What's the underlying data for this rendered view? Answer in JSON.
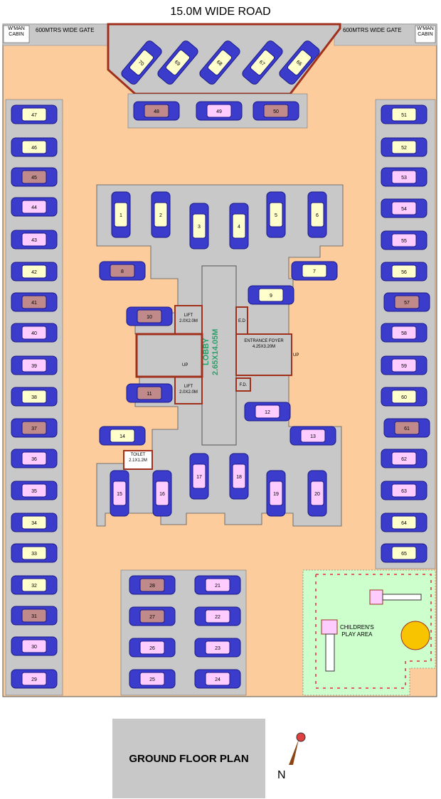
{
  "road_label": "15.0M WIDE ROAD",
  "gate_left": "600MTRS WIDE GATE",
  "gate_right": "600MTRS WIDE GATE",
  "cabin_left": "W'MAN\nCABIN",
  "cabin_right": "W'MAN\nCABIN",
  "lift_top": "LIFT\n2.0X2.0M",
  "lift_bottom": "LIFT\n2.0X2.0M",
  "lobby": "LOBBY\n2.65X14.05M",
  "entrance": "ENTRANCE FOYER\n4.25X3.20M",
  "toilet": "TOILET\n2.1X1.2M",
  "ed_label": "E.D",
  "fd_label": "F.D.",
  "up_left": "UP",
  "up_right": "UP",
  "play_area": "CHILDREN'S\nPLAY AREA",
  "plan_title": "GROUND FLOOR PLAN",
  "north": "N",
  "colors": {
    "driveway": "#fccc9c",
    "core": "#c8c8c8",
    "wall": "#a0301c",
    "play": "#ccffcc",
    "car_body": "#3c3ccc"
  },
  "cars": [
    {
      "n": "1",
      "fill": "#ffffcc"
    },
    {
      "n": "2",
      "fill": "#ffffcc"
    },
    {
      "n": "3",
      "fill": "#ffffcc"
    },
    {
      "n": "4",
      "fill": "#ffffcc"
    },
    {
      "n": "5",
      "fill": "#ffffcc"
    },
    {
      "n": "6",
      "fill": "#ffffcc"
    },
    {
      "n": "7",
      "fill": "#ffffcc"
    },
    {
      "n": "8",
      "fill": "#c08a8a"
    },
    {
      "n": "9",
      "fill": "#ffffcc"
    },
    {
      "n": "10",
      "fill": "#c08a8a"
    },
    {
      "n": "11",
      "fill": "#c08a8a"
    },
    {
      "n": "12",
      "fill": "#ffccff"
    },
    {
      "n": "13",
      "fill": "#ffccff"
    },
    {
      "n": "14",
      "fill": "#ffffcc"
    },
    {
      "n": "15",
      "fill": "#ffccff"
    },
    {
      "n": "16",
      "fill": "#ffccff"
    },
    {
      "n": "17",
      "fill": "#ffccff"
    },
    {
      "n": "18",
      "fill": "#ffccff"
    },
    {
      "n": "19",
      "fill": "#ffccff"
    },
    {
      "n": "20",
      "fill": "#ffccff"
    },
    {
      "n": "21",
      "fill": "#ffccff"
    },
    {
      "n": "22",
      "fill": "#ffccff"
    },
    {
      "n": "23",
      "fill": "#ffccff"
    },
    {
      "n": "24",
      "fill": "#ffccff"
    },
    {
      "n": "25",
      "fill": "#ffccff"
    },
    {
      "n": "26",
      "fill": "#ffccff"
    },
    {
      "n": "27",
      "fill": "#c08a8a"
    },
    {
      "n": "28",
      "fill": "#c08a8a"
    },
    {
      "n": "29",
      "fill": "#ffccff"
    },
    {
      "n": "30",
      "fill": "#ffccff"
    },
    {
      "n": "31",
      "fill": "#c08a8a"
    },
    {
      "n": "32",
      "fill": "#ffffcc"
    },
    {
      "n": "33",
      "fill": "#ffffcc"
    },
    {
      "n": "34",
      "fill": "#ffffcc"
    },
    {
      "n": "35",
      "fill": "#ffccff"
    },
    {
      "n": "36",
      "fill": "#ffccff"
    },
    {
      "n": "37",
      "fill": "#c08a8a"
    },
    {
      "n": "38",
      "fill": "#ffffcc"
    },
    {
      "n": "39",
      "fill": "#ffccff"
    },
    {
      "n": "40",
      "fill": "#ffccff"
    },
    {
      "n": "41",
      "fill": "#c08a8a"
    },
    {
      "n": "42",
      "fill": "#ffffcc"
    },
    {
      "n": "43",
      "fill": "#ffccff"
    },
    {
      "n": "44",
      "fill": "#ffccff"
    },
    {
      "n": "45",
      "fill": "#c08a8a"
    },
    {
      "n": "46",
      "fill": "#ffffcc"
    },
    {
      "n": "47",
      "fill": "#ffffcc"
    },
    {
      "n": "48",
      "fill": "#c08a8a"
    },
    {
      "n": "49",
      "fill": "#ffccff"
    },
    {
      "n": "50",
      "fill": "#c08a8a"
    },
    {
      "n": "51",
      "fill": "#ffffcc"
    },
    {
      "n": "52",
      "fill": "#ffffcc"
    },
    {
      "n": "53",
      "fill": "#ffccff"
    },
    {
      "n": "54",
      "fill": "#ffccff"
    },
    {
      "n": "55",
      "fill": "#ffccff"
    },
    {
      "n": "56",
      "fill": "#ffffcc"
    },
    {
      "n": "57",
      "fill": "#c08a8a"
    },
    {
      "n": "58",
      "fill": "#ffccff"
    },
    {
      "n": "59",
      "fill": "#ffccff"
    },
    {
      "n": "60",
      "fill": "#ffffcc"
    },
    {
      "n": "61",
      "fill": "#c08a8a"
    },
    {
      "n": "62",
      "fill": "#ffccff"
    },
    {
      "n": "63",
      "fill": "#ffccff"
    },
    {
      "n": "64",
      "fill": "#ffffcc"
    },
    {
      "n": "65",
      "fill": "#ffffcc"
    },
    {
      "n": "66",
      "fill": "#ffffcc"
    },
    {
      "n": "67",
      "fill": "#ffffcc"
    },
    {
      "n": "68",
      "fill": "#ffffcc"
    },
    {
      "n": "69",
      "fill": "#ffffcc"
    },
    {
      "n": "70",
      "fill": "#ffffcc"
    }
  ]
}
